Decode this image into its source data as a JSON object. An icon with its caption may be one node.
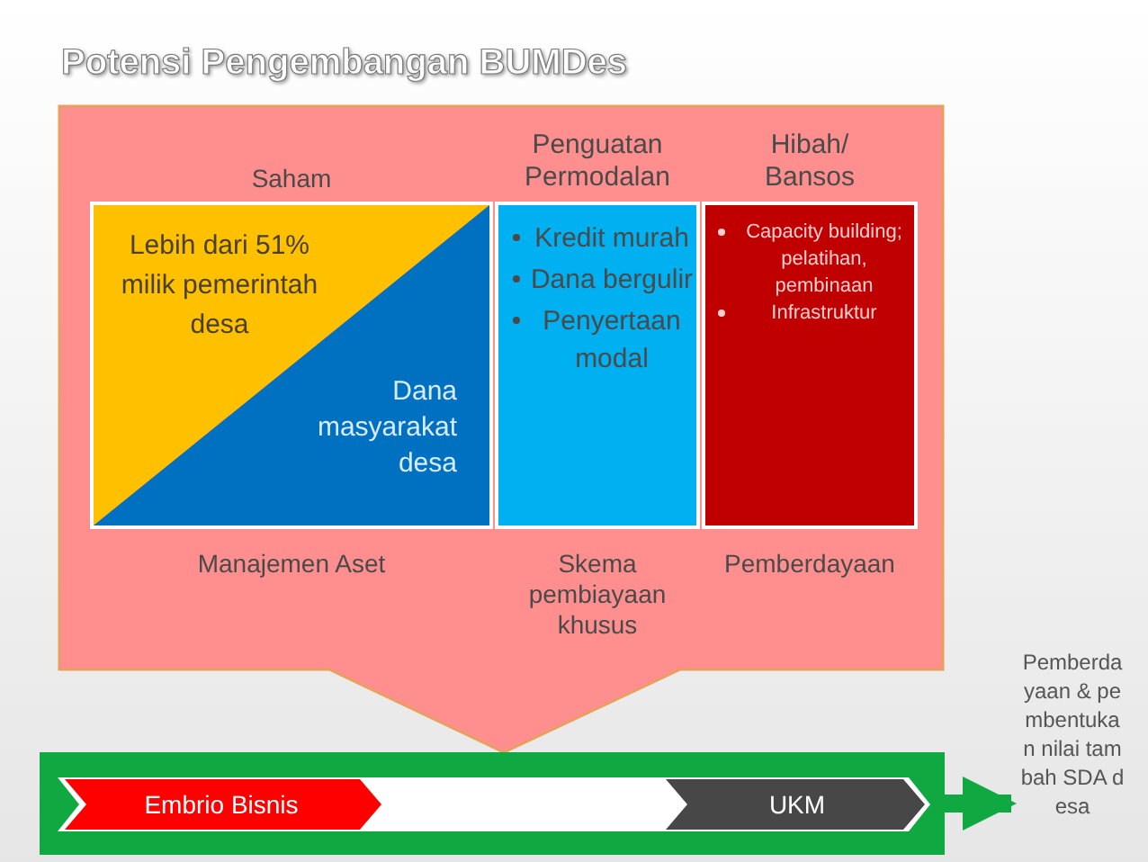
{
  "diagram": {
    "title": "Potensi Pengembangan BUMDes",
    "nodes": [
      {
        "text": [],
        "shape": "arrow"
      },
      {
        "text": [
          "Saham"
        ],
        "in": 0,
        "beside": [
          "Manajemen Aset"
        ]
      },
      {
        "text": [
          "Lebih dari 51% milik pemerintah desa"
        ],
        "in": 1
      },
      {
        "text": [
          "Dana masyarakat desa"
        ],
        "in": 1
      },
      {
        "text": [
          "Penguatan Permodalan",
          "Kredit murah",
          "Dana bergulir",
          "Penyertaan modal"
        ],
        "in": 0,
        "beside": [
          "Skema pembiayaan khusus"
        ]
      },
      {
        "text": [
          "Hibah/ Bansos",
          "Capacity building; pelatihan, pembinaan",
          "Infrastruktur"
        ],
        "in": 0,
        "beside": [
          "Pemberdayaan"
        ]
      },
      {
        "text": [],
        "shape": "bar"
      },
      {
        "text": [
          "Embrio Bisnis"
        ],
        "in": 6
      },
      {
        "text": [
          "UKM"
        ],
        "in": 6
      },
      {
        "text": [
          "Pemberdayaan & pembentukan nilai tambah SDA desa"
        ]
      }
    ],
    "edges": [
      {
        "from": 6,
        "to": 9,
        "arrow": "to"
      }
    ]
  }
}
